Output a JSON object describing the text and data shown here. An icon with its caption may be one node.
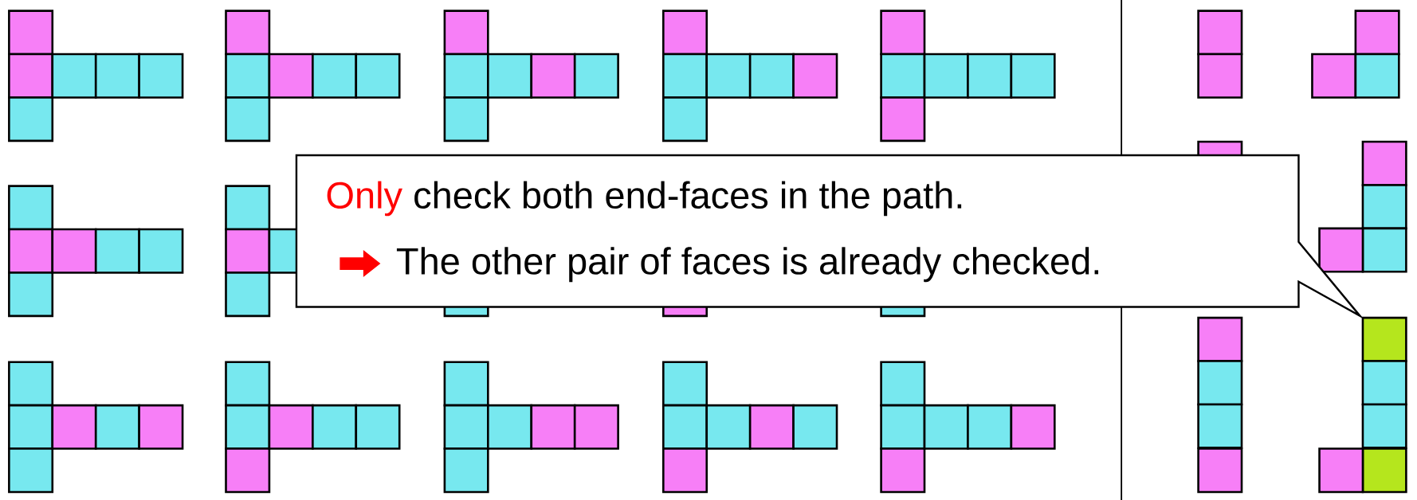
{
  "diagram": {
    "nodes": [
      {
        "text": [
          "Only",
          "check both end-faces in the path.",
          "The other pair of faces is already checked."
        ]
      }
    ]
  }
}
